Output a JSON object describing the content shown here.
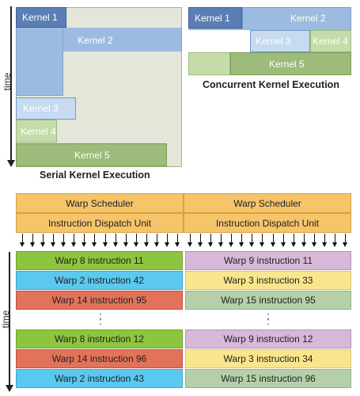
{
  "serial": {
    "caption": "Serial Kernel Execution",
    "time_label": "time",
    "kernels": [
      "Kernel 1",
      "Kernel 2",
      "Kernel 3",
      "Kernel 4",
      "Kernel 5"
    ]
  },
  "concurrent": {
    "caption": "Concurrent Kernel Execution",
    "kernels": [
      "Kernel 1",
      "Kernel 2",
      "Kernel 3",
      "Kernel 4",
      "Kernel 5"
    ]
  },
  "dispatch": {
    "time_label": "time",
    "left": {
      "scheduler": "Warp Scheduler",
      "dispatch_unit": "Instruction Dispatch Unit",
      "instructions_top": [
        "Warp 8 instruction 11",
        "Warp 2 instruction 42",
        "Warp 14 instruction 95"
      ],
      "ellipsis": ":",
      "instructions_bottom": [
        "Warp 8 instruction 12",
        "Warp 14 instruction 96",
        "Warp 2 instruction 43"
      ]
    },
    "right": {
      "scheduler": "Warp Scheduler",
      "dispatch_unit": "Instruction Dispatch Unit",
      "instructions_top": [
        "Warp 9 instruction 11",
        "Warp 3 instruction 33",
        "Warp 15 instruction 95"
      ],
      "ellipsis": ":",
      "instructions_bottom": [
        "Warp 9 instruction 12",
        "Warp 3 instruction 34",
        "Warp 15 instruction 96"
      ]
    }
  },
  "colors": {
    "kernel1": "#5b7fb4",
    "kernel2": "#9dbbe0",
    "kernel3": "#c6daf0",
    "kernel4": "#c5dcaa",
    "kernel5": "#9dbb7a",
    "panel_bg": "#e3e6d8",
    "scheduler": "#f6c46a",
    "green": "#8dc53e",
    "cyan": "#5bc8ef",
    "red": "#e2735a",
    "purple": "#d8b8d8",
    "yellow": "#f9e68c",
    "sage": "#b5d0a9"
  }
}
